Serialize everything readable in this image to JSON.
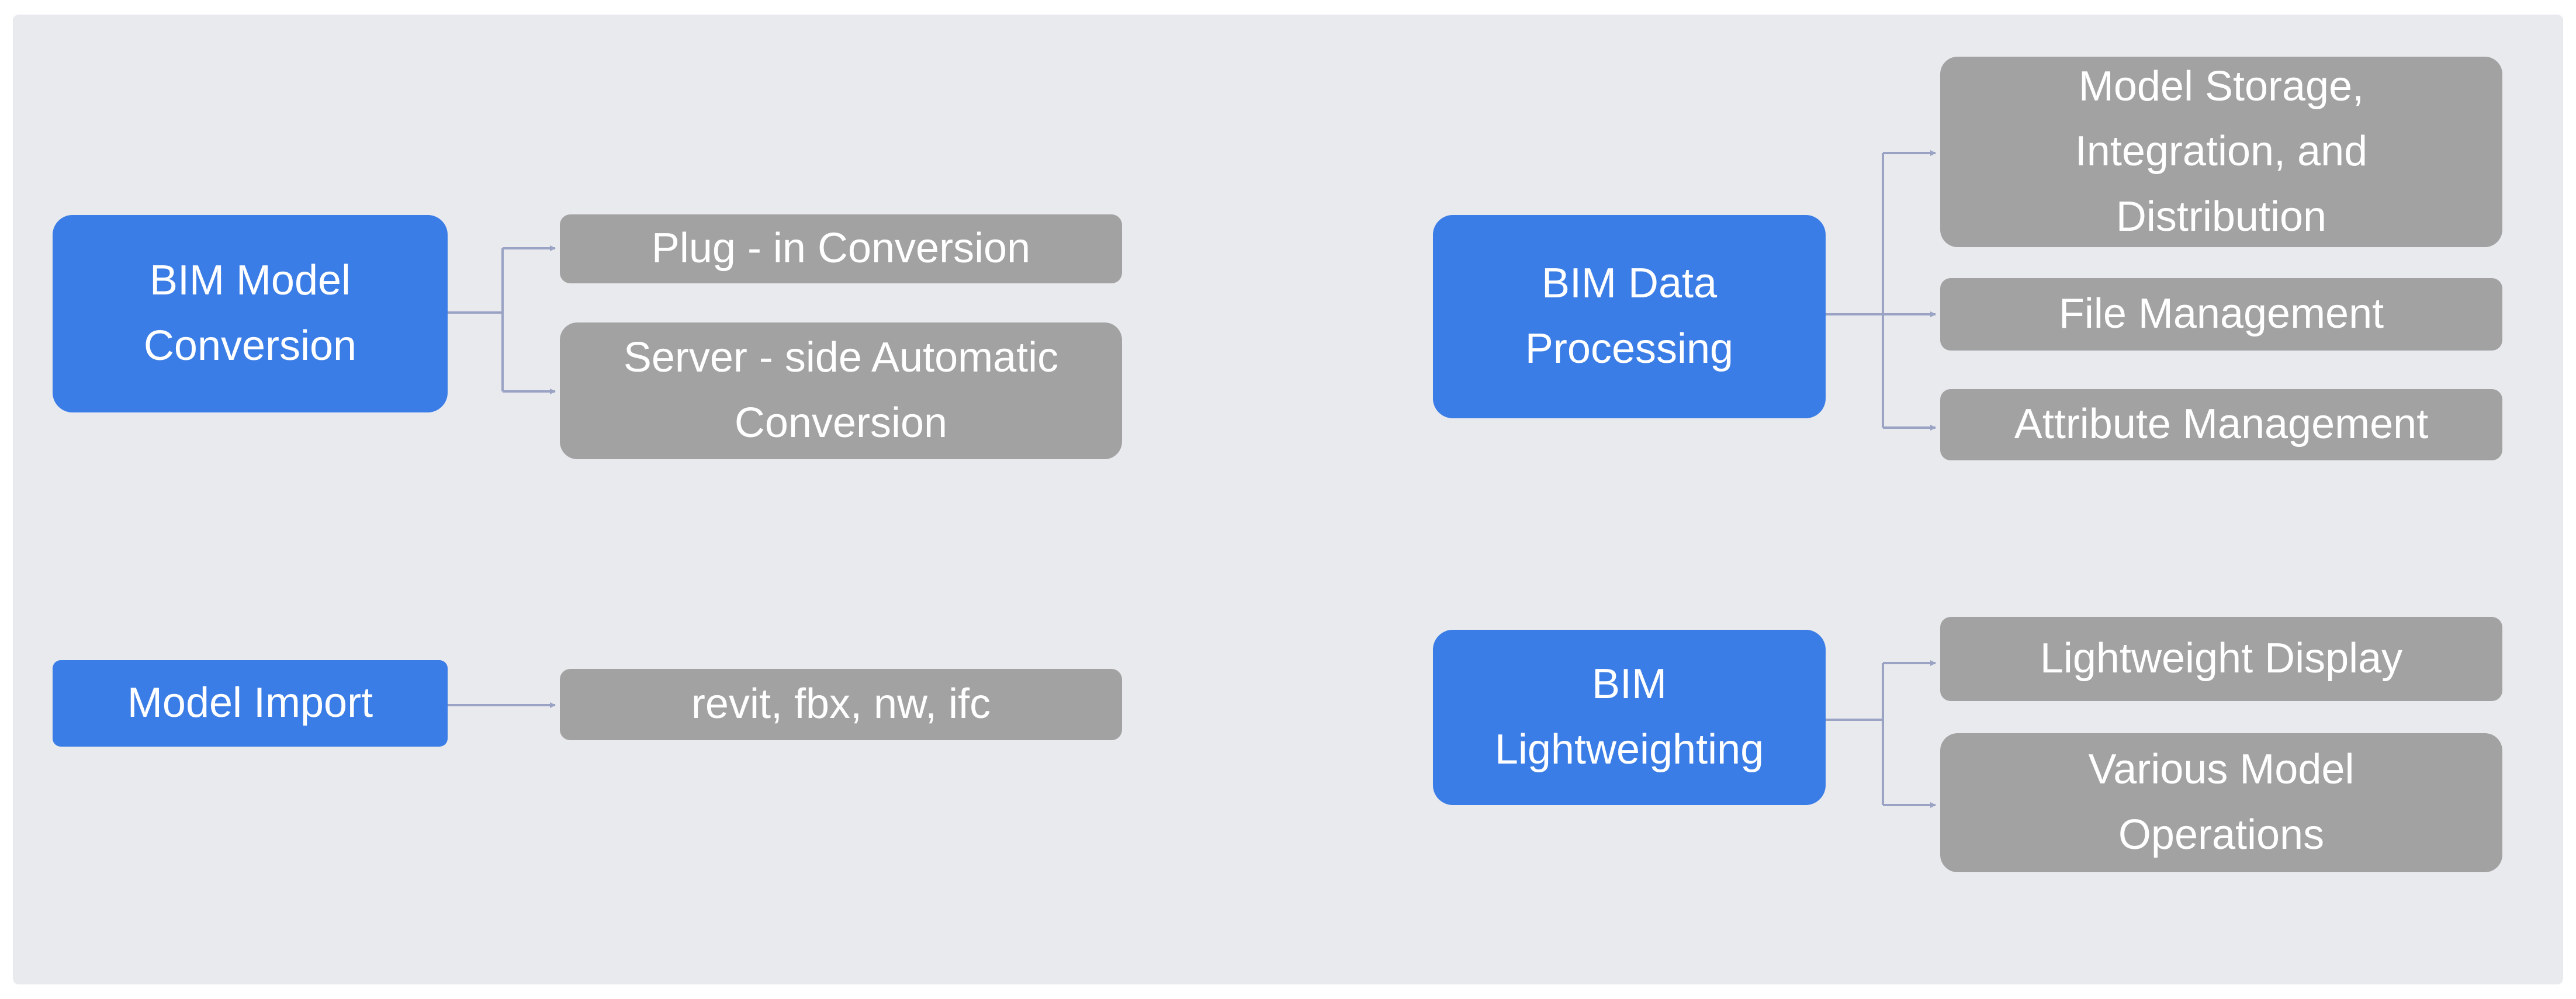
{
  "diagram": {
    "groups": [
      {
        "id": "conversion",
        "root": "BIM Model\nConversion",
        "children": [
          "Plug - in Conversion",
          "Server - side Automatic\nConversion"
        ]
      },
      {
        "id": "import",
        "root": "Model Import",
        "children": [
          "revit, fbx, nw, ifc"
        ]
      },
      {
        "id": "processing",
        "root": "BIM Data\nProcessing",
        "children": [
          "Model Storage,\nIntegration, and\nDistribution",
          "File Management",
          "Attribute Management"
        ]
      },
      {
        "id": "lightweighting",
        "root": "BIM\nLightweighting",
        "children": [
          "Lightweight Display",
          "Various Model\nOperations"
        ]
      }
    ],
    "colors": {
      "panel_background": "#e9eaee",
      "root_box": "#3b7de6",
      "child_box": "#a2a2a2",
      "connector": "#9aa3c4",
      "text": "#ffffff"
    }
  }
}
